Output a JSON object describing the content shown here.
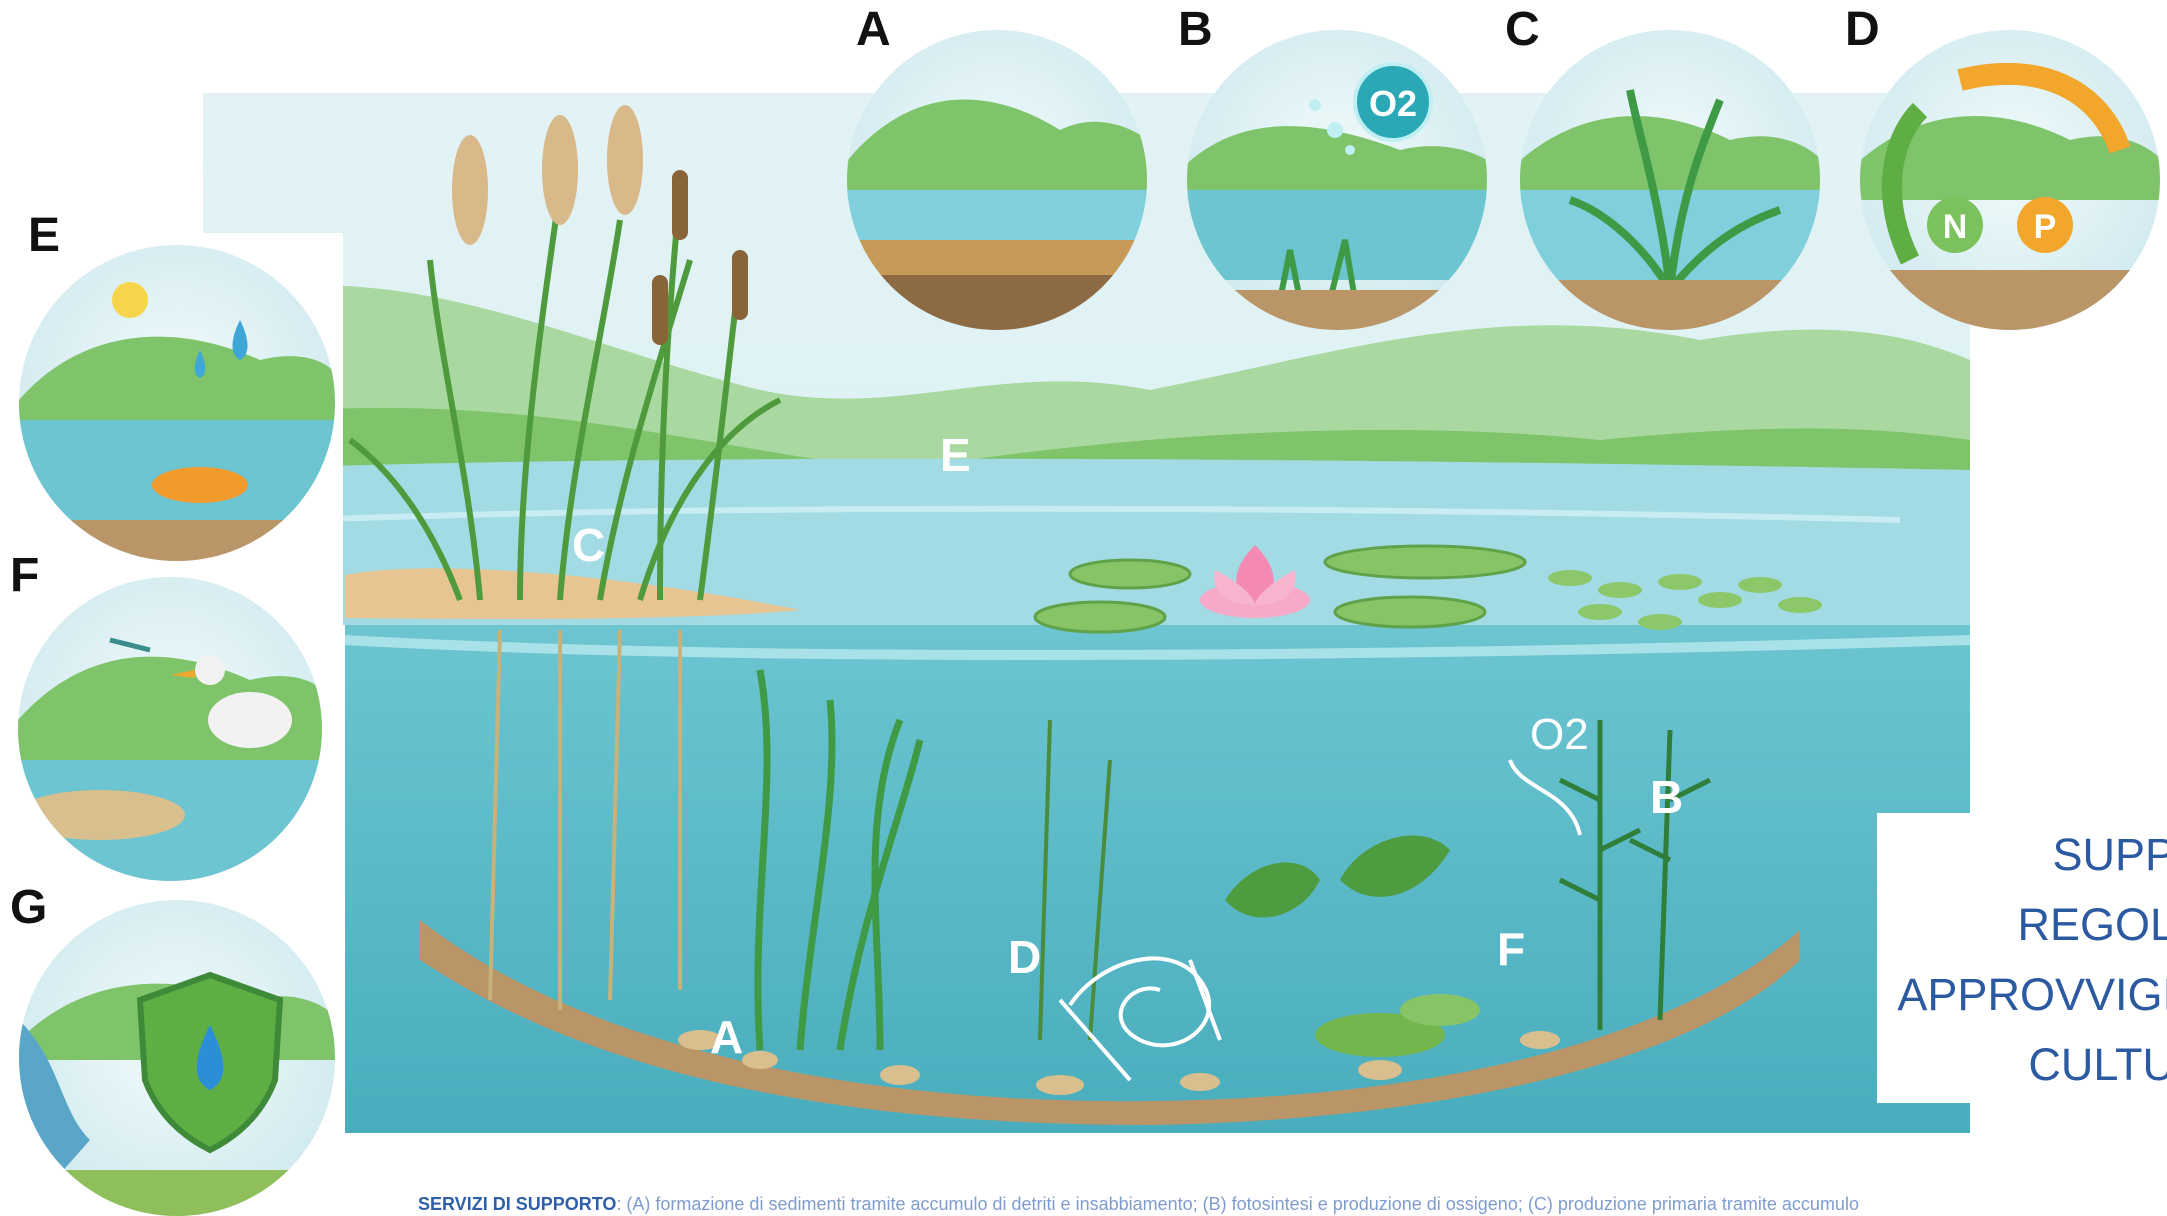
{
  "icons": {
    "A": "A",
    "B": "B",
    "C": "C",
    "D": "D",
    "E": "E",
    "F": "F",
    "G": "G",
    "o2_badge": "O2",
    "nutrient_n": "N",
    "nutrient_p": "P"
  },
  "scene_labels": {
    "A": "A",
    "B": "B",
    "C": "C",
    "D": "D",
    "E": "E",
    "F": "F",
    "o2": "O2"
  },
  "legend_lines": [
    "SUPP",
    "REGOL",
    "APPROVVIGI",
    "CULTU"
  ],
  "caption": {
    "bold": "SERVIZI DI SUPPORTO",
    "text": ": (A) formazione di sedimenti tramite accumulo di detriti e insabbiamento; (B) fotosintesi e produzione di ossigeno; (C) produzione primaria tramite accumulo"
  },
  "colors": {
    "sky": "#e6f4f6",
    "water_surface": "#9fd8e2",
    "water_under": "#5fbcc9",
    "sediment": "#b99568",
    "hills": "#7fc46b",
    "legend_text": "#2c5aa0"
  }
}
